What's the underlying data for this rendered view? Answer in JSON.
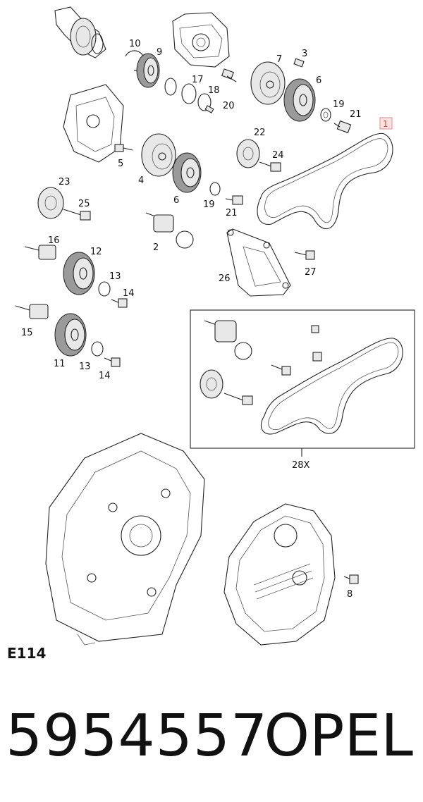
{
  "diagram": {
    "code": "E114",
    "highlighted_callout": "1",
    "inset_label": "28X",
    "callouts": [
      {
        "id": "c10",
        "text": "10"
      },
      {
        "id": "c9",
        "text": "9"
      },
      {
        "id": "c7",
        "text": "7"
      },
      {
        "id": "c3",
        "text": "3"
      },
      {
        "id": "c6a",
        "text": "6"
      },
      {
        "id": "c17",
        "text": "17"
      },
      {
        "id": "c18",
        "text": "18"
      },
      {
        "id": "c20",
        "text": "20"
      },
      {
        "id": "c19a",
        "text": "19"
      },
      {
        "id": "c21a",
        "text": "21"
      },
      {
        "id": "c22",
        "text": "22"
      },
      {
        "id": "c24",
        "text": "24"
      },
      {
        "id": "c5",
        "text": "5"
      },
      {
        "id": "c4",
        "text": "4"
      },
      {
        "id": "c6b",
        "text": "6"
      },
      {
        "id": "c19b",
        "text": "19"
      },
      {
        "id": "c21b",
        "text": "21"
      },
      {
        "id": "c23",
        "text": "23"
      },
      {
        "id": "c25",
        "text": "25"
      },
      {
        "id": "c2",
        "text": "2"
      },
      {
        "id": "c16",
        "text": "16"
      },
      {
        "id": "c12",
        "text": "12"
      },
      {
        "id": "c13a",
        "text": "13"
      },
      {
        "id": "c14a",
        "text": "14"
      },
      {
        "id": "c15",
        "text": "15"
      },
      {
        "id": "c11",
        "text": "11"
      },
      {
        "id": "c13b",
        "text": "13"
      },
      {
        "id": "c14b",
        "text": "14"
      },
      {
        "id": "c26",
        "text": "26"
      },
      {
        "id": "c27",
        "text": "27"
      },
      {
        "id": "c8",
        "text": "8"
      }
    ]
  },
  "footer": {
    "part_number": "5954557",
    "brand": "OPEL"
  }
}
